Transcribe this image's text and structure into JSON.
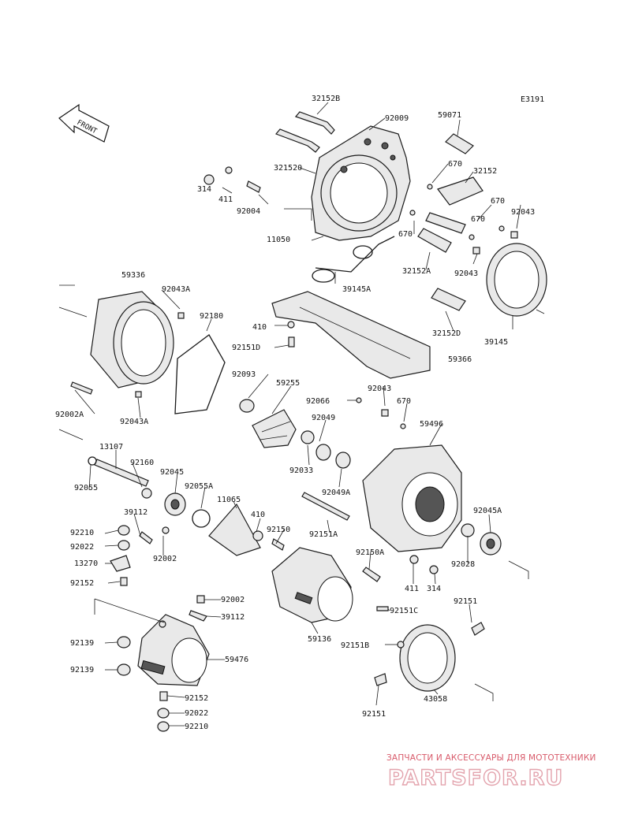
{
  "diagram": {
    "code": "E3191",
    "front_arrow_label": "FRONT",
    "watermark_line1": "ЗАПЧАСТИ И АКСЕССУАРЫ ДЛЯ МОТОТЕХНИКИ",
    "watermark_logo": "PARTSFOR.RU"
  },
  "parts": [
    {
      "id": "32152B"
    },
    {
      "id": "92009"
    },
    {
      "id": "59071"
    },
    {
      "id": "670"
    },
    {
      "id": "321520"
    },
    {
      "id": "32152"
    },
    {
      "id": "314"
    },
    {
      "id": "411"
    },
    {
      "id": "92004"
    },
    {
      "id": "670"
    },
    {
      "id": "670"
    },
    {
      "id": "92043"
    },
    {
      "id": "11050"
    },
    {
      "id": "670"
    },
    {
      "id": "32152A"
    },
    {
      "id": "92043"
    },
    {
      "id": "59336"
    },
    {
      "id": "92043A"
    },
    {
      "id": "39145A"
    },
    {
      "id": "92180"
    },
    {
      "id": "410"
    },
    {
      "id": "32152D"
    },
    {
      "id": "39145"
    },
    {
      "id": "92151D"
    },
    {
      "id": "59366"
    },
    {
      "id": "92093"
    },
    {
      "id": "59255"
    },
    {
      "id": "92043"
    },
    {
      "id": "92066"
    },
    {
      "id": "670"
    },
    {
      "id": "92002A"
    },
    {
      "id": "92043A"
    },
    {
      "id": "92049"
    },
    {
      "id": "59496"
    },
    {
      "id": "13107"
    },
    {
      "id": "92160"
    },
    {
      "id": "92033"
    },
    {
      "id": "92045"
    },
    {
      "id": "92049A"
    },
    {
      "id": "92055"
    },
    {
      "id": "92055A"
    },
    {
      "id": "11065"
    },
    {
      "id": "92045A"
    },
    {
      "id": "39112"
    },
    {
      "id": "410"
    },
    {
      "id": "92150"
    },
    {
      "id": "92210"
    },
    {
      "id": "92151A"
    },
    {
      "id": "92022"
    },
    {
      "id": "92002"
    },
    {
      "id": "92150A"
    },
    {
      "id": "92028"
    },
    {
      "id": "13270"
    },
    {
      "id": "411"
    },
    {
      "id": "314"
    },
    {
      "id": "92152"
    },
    {
      "id": "92002"
    },
    {
      "id": "39112"
    },
    {
      "id": "92151"
    },
    {
      "id": "92151C"
    },
    {
      "id": "92139"
    },
    {
      "id": "59476"
    },
    {
      "id": "59136"
    },
    {
      "id": "92151B"
    },
    {
      "id": "92139"
    },
    {
      "id": "92152"
    },
    {
      "id": "43058"
    },
    {
      "id": "92022"
    },
    {
      "id": "92151"
    },
    {
      "id": "92210"
    }
  ]
}
